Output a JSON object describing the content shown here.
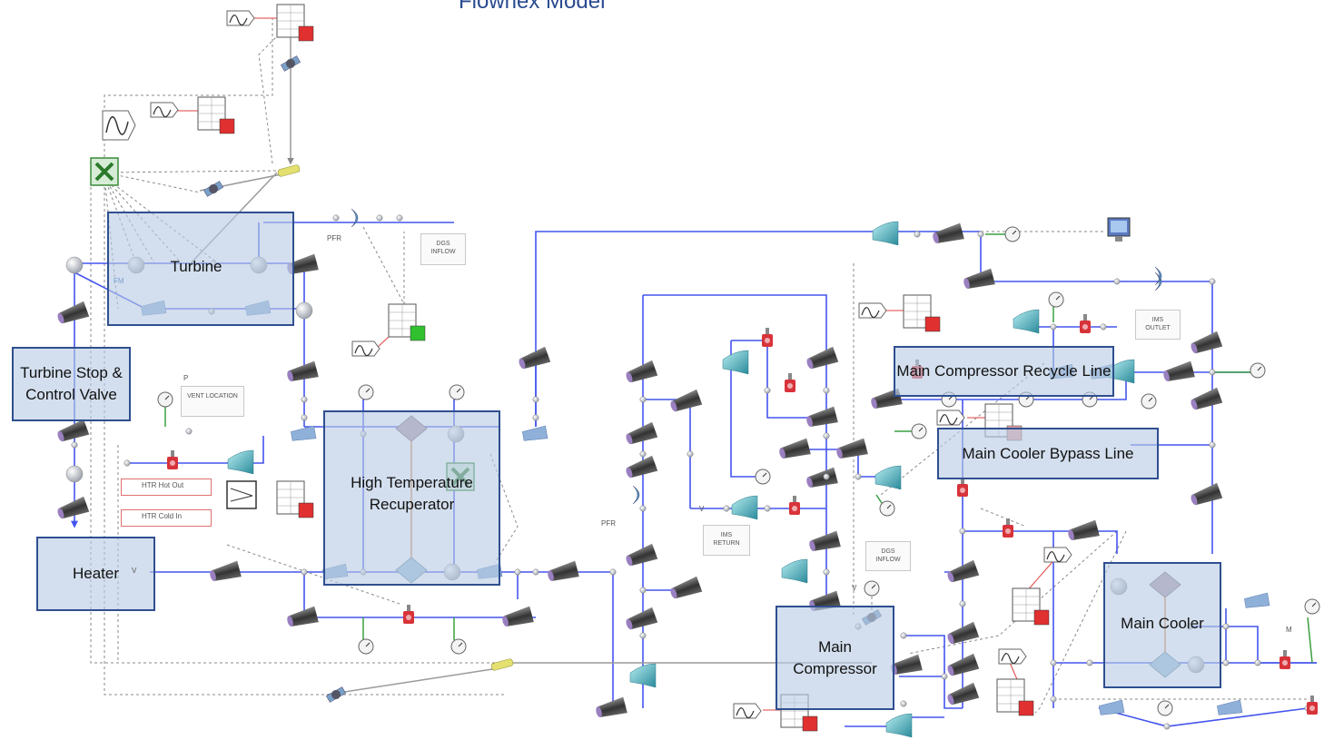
{
  "title": "Flownex Model",
  "zones": {
    "turbine": "Turbine",
    "turbine_valve": "Turbine Stop & Control Valve",
    "htr": "High Temperature Recuperator",
    "heater": "Heater",
    "main_compressor": "Main Compressor",
    "recycle": "Main Compressor Recycle Line",
    "bypass": "Main Cooler Bypass Line",
    "main_cooler": "Main Cooler"
  },
  "labels": {
    "pfr_top": "PFR",
    "pfr_mid": "PFR",
    "fm": "FM",
    "p": "P",
    "v_heater": "V",
    "v_mid": "V",
    "v_comp": "V",
    "m": "M"
  },
  "boxes": {
    "dgs_inflow_top": "DGS INFLOW",
    "vent_location": "VENT LOCATION",
    "ims_return": "IMS RETURN",
    "dgs_inflow_mid": "DGS INFLOW",
    "ims_outlet": "IMS OUTLET"
  },
  "signals": {
    "htr_hot_out": "HTR Hot Out",
    "htr_cold_in": "HTR Cold In"
  },
  "colors": {
    "flow": "#4455ee",
    "zone_fill": "#b8cce4",
    "zone_border": "#2f4f8f",
    "pipe": "#555566",
    "node": "#cfd2d8"
  }
}
